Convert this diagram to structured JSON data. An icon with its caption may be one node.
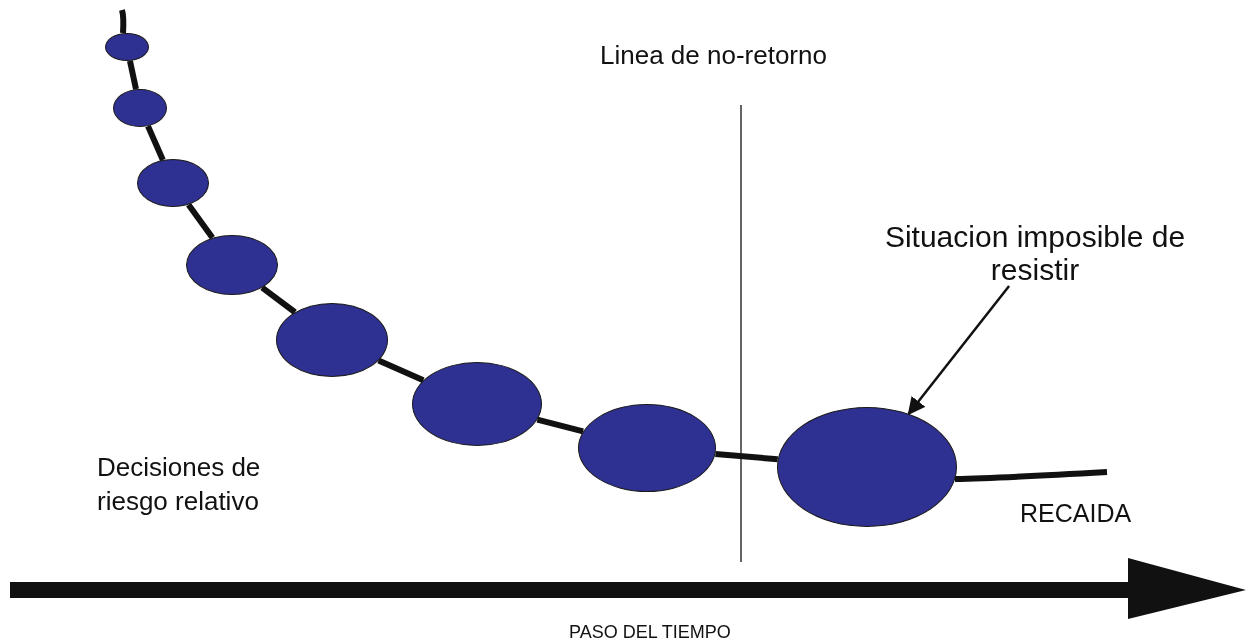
{
  "diagram": {
    "nodes": [
      {
        "text": [],
        "shape": "ellipse"
      },
      {
        "text": [],
        "shape": "ellipse"
      },
      {
        "text": [],
        "shape": "ellipse"
      },
      {
        "text": [],
        "shape": "ellipse"
      },
      {
        "text": [],
        "shape": "ellipse"
      },
      {
        "text": [],
        "shape": "ellipse"
      },
      {
        "text": [],
        "shape": "ellipse"
      },
      {
        "text": [],
        "shape": "ellipse"
      },
      {
        "text": [
          "Situacion imposible de resistir"
        ]
      }
    ],
    "edges": [
      {
        "from": 0,
        "to": 1,
        "arrow": "none"
      },
      {
        "from": 1,
        "to": 2,
        "arrow": "none"
      },
      {
        "from": 2,
        "to": 3,
        "arrow": "none"
      },
      {
        "from": 3,
        "to": 4,
        "arrow": "none"
      },
      {
        "from": 4,
        "to": 5,
        "arrow": "none"
      },
      {
        "from": 5,
        "to": 6,
        "arrow": "none"
      },
      {
        "from": 6,
        "to": 7,
        "arrow": "none"
      },
      {
        "from": 8,
        "to": 7,
        "arrow": "to"
      }
    ],
    "labels": [
      "Linea de no-retorno",
      "Decisiones de riesgo relativo",
      "RECAIDA",
      "PASO DEL TIEMPO"
    ]
  }
}
